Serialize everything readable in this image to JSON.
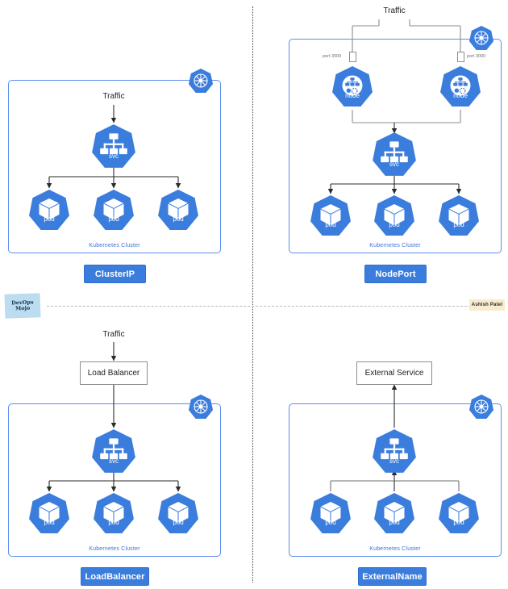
{
  "meta": {
    "title": "Kubernetes Service Types",
    "colors": {
      "k8s_blue": "#3b7ddd",
      "cluster_border": "#5b8def",
      "cluster_label": "#3f72d7",
      "wire": "#4a4a4a",
      "wire_gray": "#8d8d8d",
      "box_border": "#8d8d8d",
      "divider_dark": "#444444",
      "divider_light": "#b9b9b9",
      "mojo_bg": "#bcdcf0",
      "ashish_bg": "#f7eccd"
    }
  },
  "watermarks": {
    "mojo_line1": "DevOps",
    "mojo_line2": "Mojo",
    "author": "Ashish Patel"
  },
  "common": {
    "cluster_label": "Kubernetes Cluster",
    "traffic_label": "Traffic",
    "svc_caption": "svc",
    "pod_caption": "pod",
    "node_caption": "node",
    "k8s_logo_name": "kubernetes-wheel-icon"
  },
  "quadrants": [
    {
      "id": "clusterip",
      "type_label": "ClusterIP",
      "traffic": "Traffic",
      "cluster_label": "Kubernetes Cluster",
      "svc": "svc",
      "pods": [
        "pod",
        "pod",
        "pod"
      ],
      "nodes": [],
      "external_box": null,
      "ports": []
    },
    {
      "id": "nodeport",
      "type_label": "NodePort",
      "traffic": "Traffic",
      "cluster_label": "Kubernetes Cluster",
      "svc": "svc",
      "pods": [
        "pod",
        "pod",
        "pod"
      ],
      "nodes": [
        "node",
        "node"
      ],
      "external_box": null,
      "ports": [
        "port 3000",
        "port 3000"
      ]
    },
    {
      "id": "loadbalancer",
      "type_label": "LoadBalancer",
      "traffic": "Traffic",
      "cluster_label": "Kubernetes Cluster",
      "svc": "svc",
      "pods": [
        "pod",
        "pod",
        "pod"
      ],
      "nodes": [],
      "external_box": "Load Balancer",
      "ports": []
    },
    {
      "id": "externalname",
      "type_label": "ExternalName",
      "traffic": null,
      "cluster_label": "Kubernetes Cluster",
      "svc": "svc",
      "pods": [
        "pod",
        "pod",
        "pod"
      ],
      "nodes": [],
      "external_box": "External Service",
      "ports": []
    }
  ]
}
